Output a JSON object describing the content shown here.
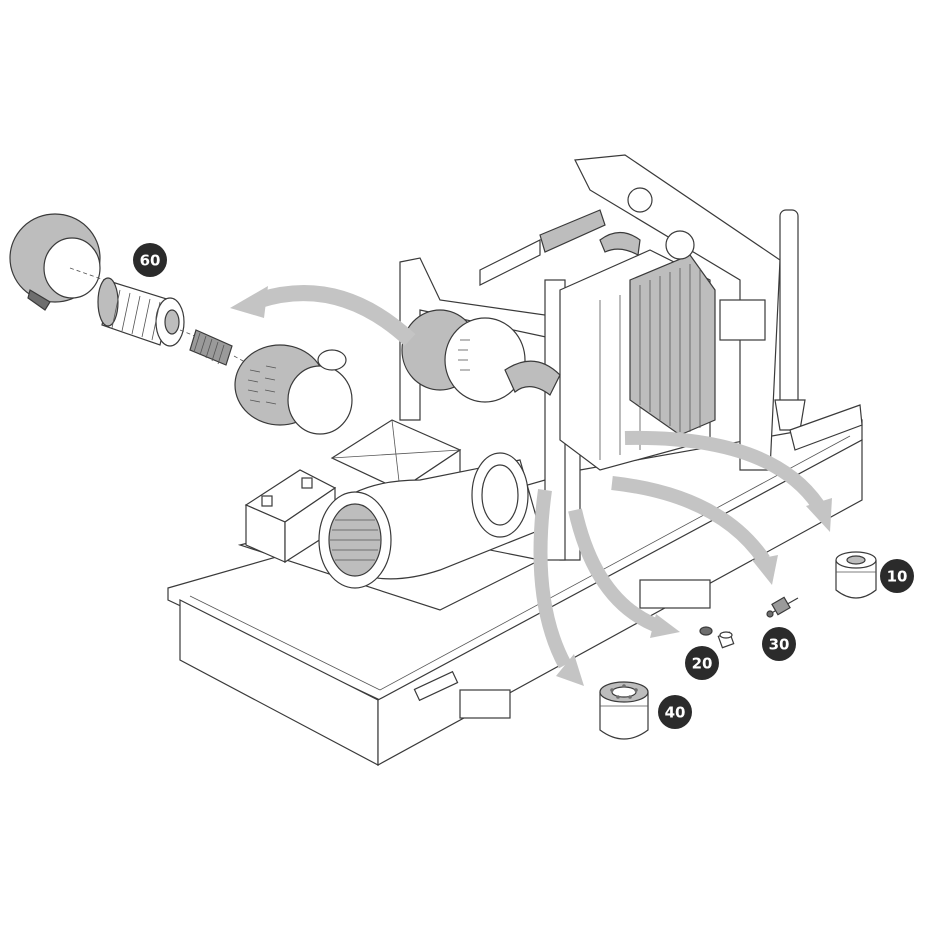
{
  "callouts": [
    {
      "label": "60"
    },
    {
      "label": "10"
    },
    {
      "label": "20"
    },
    {
      "label": "30"
    },
    {
      "label": "40"
    }
  ],
  "colors": {
    "callout_fill": "#2b2b2b",
    "callout_text": "#ffffff",
    "arrow": "#c4c4c4",
    "part_gray": "#bdbdbd"
  },
  "icons": [
    "air-filter-housing-icon",
    "air-filter-cartridge-icon",
    "oil-filter-icon",
    "drain-plug-icon",
    "fuel-valve-icon",
    "fuel-filter-icon"
  ]
}
